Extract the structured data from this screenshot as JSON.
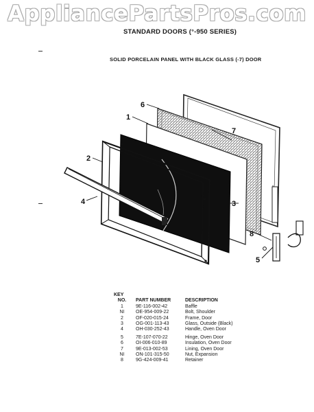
{
  "watermark": "AppliancePartsPros.com",
  "header": {
    "title": "STANDARD DOORS (°-950 SERIES)",
    "subtitle": "SOLID PORCELAIN PANEL WITH BLACK GLASS (-7) DOOR"
  },
  "callouts": {
    "c1": "1",
    "c2": "2",
    "c3": "3",
    "c4": "4",
    "c5": "5",
    "c6": "6",
    "c7": "7",
    "c8": "8"
  },
  "key": {
    "label": "KEY",
    "columns": {
      "no": "NO.",
      "part_number": "PART NUMBER",
      "description": "DESCRIPTION"
    },
    "rows": [
      {
        "no": "1",
        "part_number": "9E-116-002-42",
        "description": "Baffle"
      },
      {
        "no": "NI",
        "part_number": "OE-954-009-22",
        "description": "Bolt, Shoulder"
      },
      {
        "no": "2",
        "part_number": "OF-020-015-24",
        "description": "Frame, Door"
      },
      {
        "no": "3",
        "part_number": "OG-001-113-43",
        "description": "Glass, Outside (Black)"
      },
      {
        "no": "4",
        "part_number": "OH-030-252-43",
        "description": "Handle, Oven Door"
      },
      {
        "no": "5",
        "part_number": "7E-107-070-22",
        "description": "Hinge, Oven Door"
      },
      {
        "no": "6",
        "part_number": "OI-006-010-89",
        "description": "Insulation, Oven Door"
      },
      {
        "no": "7",
        "part_number": "9E-013-002-53",
        "description": "Lining, Oven Door"
      },
      {
        "no": "NI",
        "part_number": "ON-101-315-50",
        "description": "Nut, Expansion"
      },
      {
        "no": "8",
        "part_number": "9G-424-009-41",
        "description": "Retainer"
      }
    ]
  }
}
